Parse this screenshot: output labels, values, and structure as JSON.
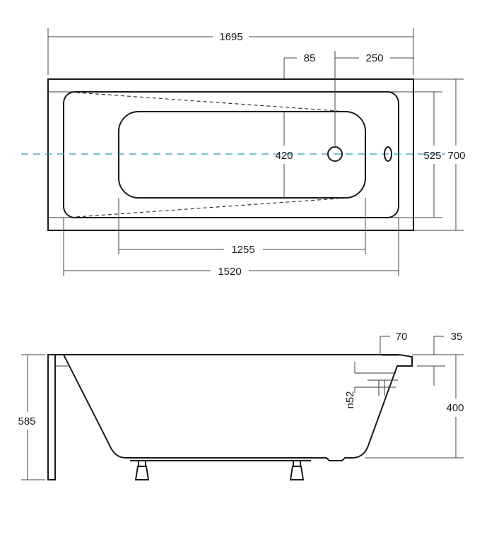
{
  "diagram": {
    "top_view": {
      "overall_length": "1695",
      "drain_offset": "85",
      "drain_to_end": "250",
      "inner_width": "420",
      "rim_inner_width": "525",
      "overall_width": "700",
      "inner_length": "1255",
      "rim_inner_length": "1520"
    },
    "side_view": {
      "rim_offset": "70",
      "ledge": "35",
      "drain_height": "n52",
      "depth": "400",
      "total_height": "585"
    },
    "colors": {
      "outline": "#1a1a1a",
      "axis": "#2a9bb5"
    }
  }
}
